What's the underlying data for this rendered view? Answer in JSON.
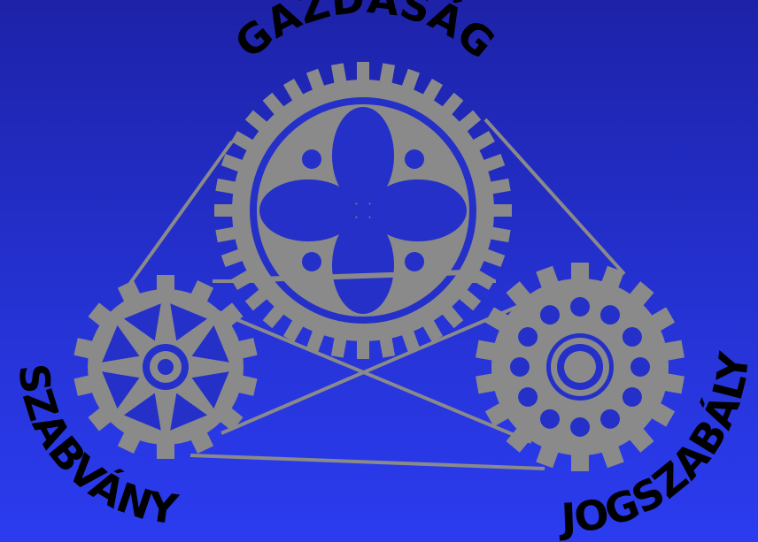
{
  "labels": {
    "top": "GAZDASÁG",
    "left": "SZABVÁNY",
    "right": "JOGSZABÁLY"
  },
  "colors": {
    "background_top": "#1d22a8",
    "background_bottom": "#2b3cf0",
    "gear": "#8a8a8a",
    "label": "#000000"
  },
  "icons": {
    "top_gear": "gear-icon",
    "left_gear": "gear-icon",
    "right_gear": "gear-icon"
  }
}
